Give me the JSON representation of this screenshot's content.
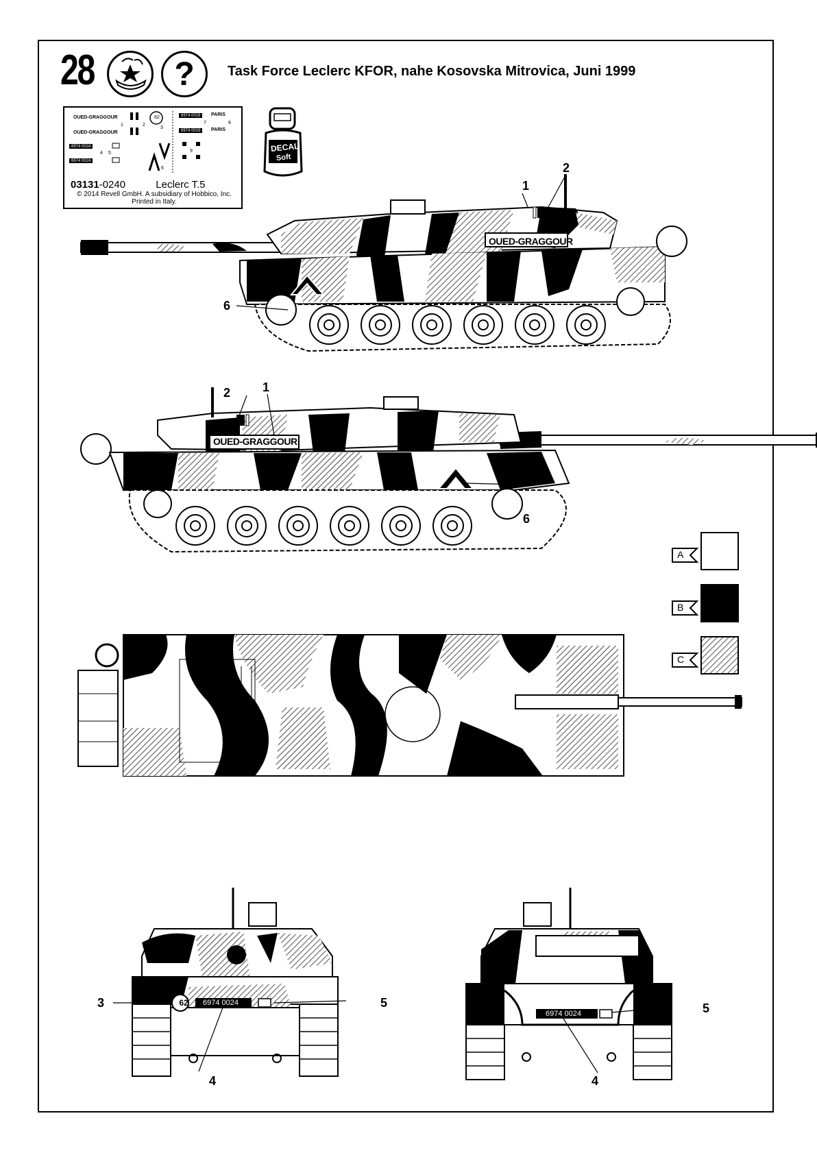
{
  "step": {
    "number": "28"
  },
  "title": "Task Force Leclerc KFOR, nahe Kosovska Mitrovica, Juni 1999",
  "icons": [
    "decal-application-icon",
    "question-mark-icon",
    "decal-soft-bottle-icon"
  ],
  "decal_sheet": {
    "rows": [
      {
        "name": "OUED-GRAGGOUR",
        "num": "1"
      },
      {
        "name": "OUED-GRAGGOUR",
        "num": ""
      }
    ],
    "marker_num_2": "2",
    "marker_num_3": "3",
    "marker_num_4": "4",
    "marker_num_5": "5",
    "marker_num_6": "6",
    "marker_num_7": "7",
    "marker_num_8": "8",
    "marker_num_9": "9",
    "circle_62": "62",
    "plate_a": "6974 0019",
    "plate_b": "6974 0019",
    "plate_c": "6974 0024",
    "plate_d": "6974 0024",
    "paris_1": "PARIS",
    "paris_2": "PARIS",
    "code_bold": "03131",
    "code_rest": "-0240",
    "kit_name": "Leclerc T.5",
    "copyright": "© 2014 Revell GmbH. A subsidiary of Hobbico, Inc. Printed in Italy."
  },
  "decal_bottle": {
    "line1": "DECAL",
    "line2": "Soft"
  },
  "callouts": {
    "side1": {
      "c1": "1",
      "c2": "2",
      "c6": "6",
      "nameplate": "OUED-GRAGGOUR"
    },
    "side2": {
      "c1": "1",
      "c2": "2",
      "c6": "6",
      "nameplate": "OUED-GRAGGOUR"
    },
    "front": {
      "c3": "3",
      "c4": "4",
      "c5": "5",
      "circle": "62",
      "plate": "6974 0024"
    },
    "rear": {
      "c4": "4",
      "c5": "5",
      "plate": "6974 0024"
    }
  },
  "legend": [
    {
      "letter": "A",
      "fill": "white"
    },
    {
      "letter": "B",
      "fill": "black"
    },
    {
      "letter": "C",
      "fill": "hatched"
    }
  ],
  "colors": {
    "ink": "#000000",
    "paper": "#ffffff"
  }
}
